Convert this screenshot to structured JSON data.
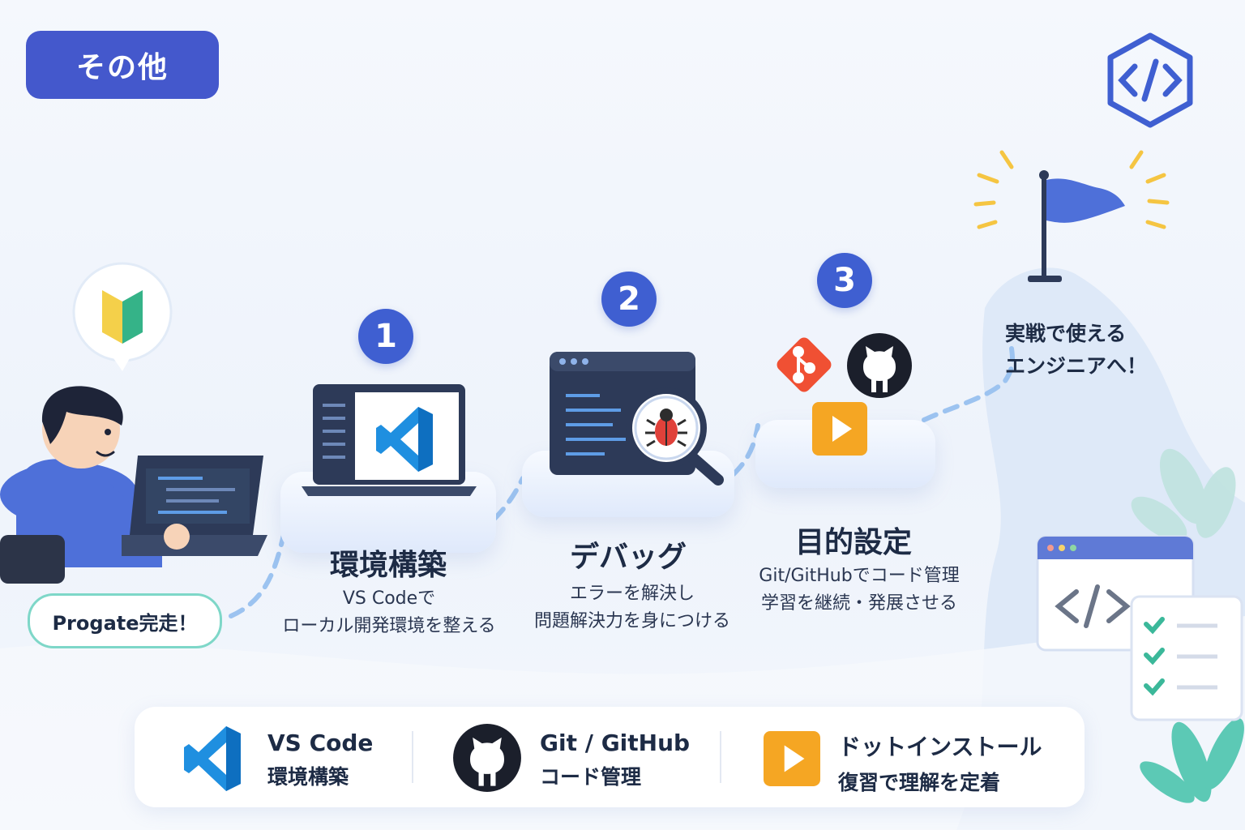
{
  "tag": "その他",
  "start_badge": "Progate完走！",
  "steps": [
    {
      "number": "1",
      "title": "環境構築",
      "desc_line1": "VS Codeで",
      "desc_line2": "ローカル開発環境を整える"
    },
    {
      "number": "2",
      "title": "デバッグ",
      "desc_line1": "エラーを解決し",
      "desc_line2": "問題解決力を身につける"
    },
    {
      "number": "3",
      "title": "目的設定",
      "desc_line1": "Git/GitHubでコード管理",
      "desc_line2": "学習を継続・発展させる"
    }
  ],
  "goal": {
    "line1": "実戦で使える",
    "line2": "エンジニアへ！"
  },
  "tools": [
    {
      "name": "VS Code",
      "desc": "環境構築",
      "icon": "vscode-icon"
    },
    {
      "name": "Git / GitHub",
      "desc": "コード管理",
      "icon": "github-icon"
    },
    {
      "name": "ドットインストール",
      "desc": "復習で理解を定着",
      "icon": "play-icon"
    }
  ],
  "colors": {
    "accent": "#4458cc",
    "number": "#3f5fd1",
    "vscode": "#1f8fe0",
    "play": "#f5a623",
    "git": "#f05033",
    "mint": "#7ed7c8"
  }
}
